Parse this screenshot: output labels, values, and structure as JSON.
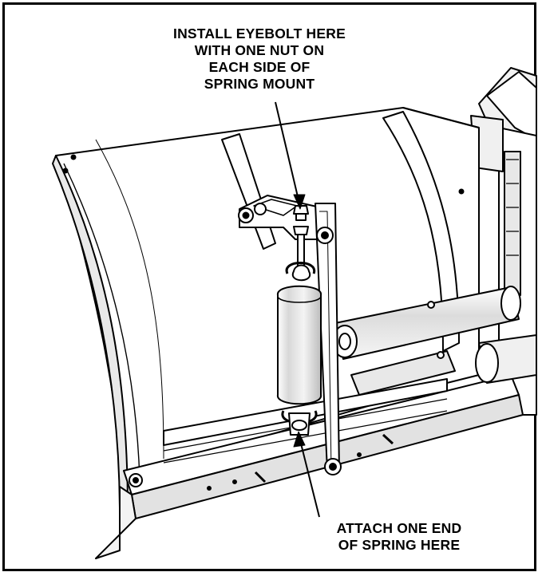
{
  "figure": {
    "title": "",
    "stroke_color": "#000000",
    "fill_color": "#ffffff",
    "shade_color": "#e6e6e6"
  },
  "callouts": {
    "top": {
      "lines": [
        "INSTALL EYEBOLT HERE",
        "WITH ONE NUT ON",
        "EACH SIDE OF",
        "SPRING MOUNT"
      ]
    },
    "bottom": {
      "lines": [
        "ATTACH ONE END",
        "OF SPRING HERE"
      ]
    }
  }
}
